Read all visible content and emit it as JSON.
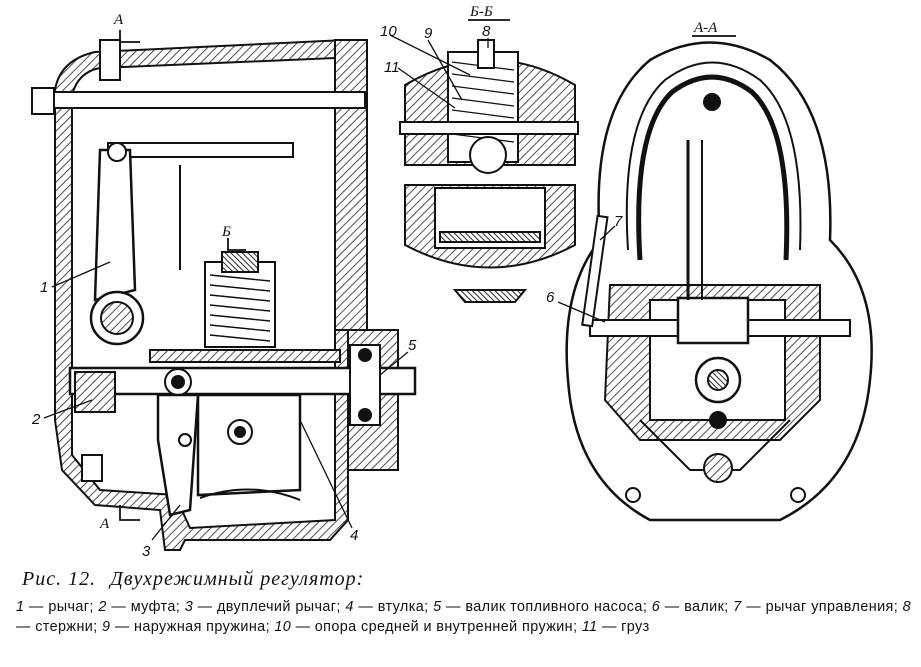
{
  "figure": {
    "number_label": "Рис. 12.",
    "title": "Двухрежимный регулятор:",
    "legend": [
      {
        "num": "1",
        "text": "рычаг"
      },
      {
        "num": "2",
        "text": "муфта"
      },
      {
        "num": "3",
        "text": "двуплечий рычаг"
      },
      {
        "num": "4",
        "text": "втулка"
      },
      {
        "num": "5",
        "text": "валик топливного насоса"
      },
      {
        "num": "6",
        "text": "валик"
      },
      {
        "num": "7",
        "text": "рычаг управления"
      },
      {
        "num": "8",
        "text": "стержни"
      },
      {
        "num": "9",
        "text": "наружная пружина"
      },
      {
        "num": "10",
        "text": "опора средней и внутренней пружин"
      },
      {
        "num": "11",
        "text": "груз"
      }
    ]
  },
  "drawing": {
    "section_labels": {
      "aa_top": "A",
      "aa_bottom": "A",
      "bb_cut": "Б",
      "view_bb": "Б-Б",
      "view_aa": "A-A"
    },
    "callouts": {
      "c1": "1",
      "c2": "2",
      "c3": "3",
      "c4": "4",
      "c5": "5",
      "c6": "6",
      "c7": "7",
      "c8": "8",
      "c9": "9",
      "c10": "10",
      "c11": "11"
    }
  }
}
